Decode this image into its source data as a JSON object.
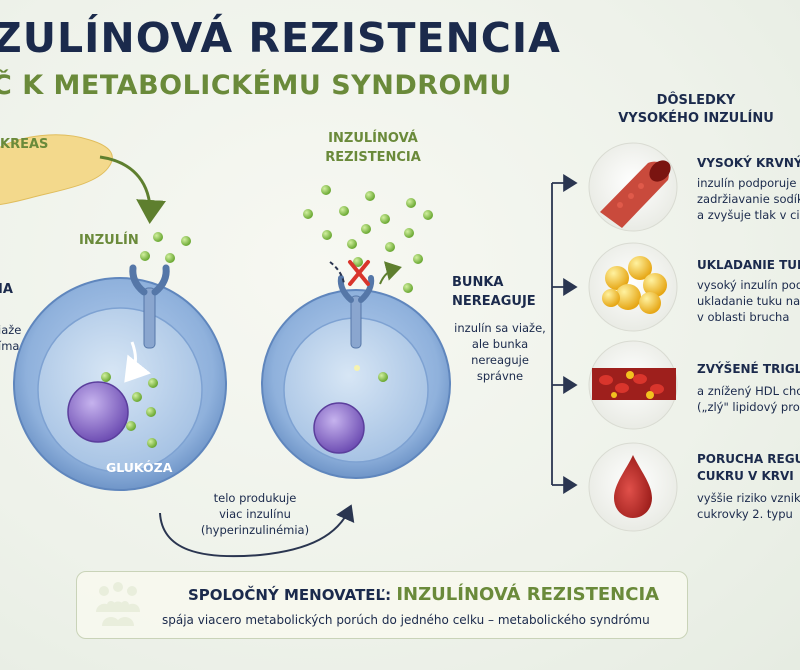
{
  "header": {
    "title": "ZULÍNOVÁ REZISTENCIA",
    "subtitle": "Č K METABOLICKÉMU SYNDROMU"
  },
  "left_panel": {
    "pancreas_label": "KREAS",
    "insulin_label": "INZULÍN",
    "cut_label": "IA",
    "cut_text_1": "iaže",
    "cut_text_2": "íma",
    "glucose_label": "GLUKÓZA"
  },
  "middle_panel": {
    "title_1": "INZULÍNOVÁ",
    "title_2": "REZISTENCIA",
    "cell_title_1": "BUNKA",
    "cell_title_2": "NEREAGUJE",
    "cell_text": [
      "inzulín sa viaže,",
      "ale bunka",
      "nereaguje",
      "správne"
    ],
    "feedback_text": [
      "telo produkuje",
      "viac inzulínu",
      "(hyperinzulinémia)"
    ]
  },
  "consequences": {
    "header_1": "DÔSLEDKY",
    "header_2": "VYSOKÉHO INZULÍNU",
    "items": [
      {
        "title": "VYSOKÝ KRVNÝ",
        "lines": [
          "inzulín podporuje",
          "zadržiavanie sodík",
          "a zvyšuje tlak v cie"
        ],
        "icon": "blood-vessel-icon"
      },
      {
        "title": "UKLADANIE TUKU",
        "lines": [
          "vysoký inzulín pod",
          "ukladanie tuku na",
          "v oblasti brucha"
        ],
        "icon": "fat-cells-icon"
      },
      {
        "title": "ZVÝŠENÉ TRIGLY",
        "lines": [
          "a znížený HDL cho",
          "(„zlý\" lipidový prof"
        ],
        "icon": "artery-lipids-icon"
      },
      {
        "title_1": "PORUCHA REGU",
        "title_2": "CUKRU V KRVI",
        "lines": [
          "vyššie riziko vznik",
          "cukrovky 2. typu"
        ],
        "icon": "blood-drop-icon"
      }
    ]
  },
  "banner": {
    "prefix": "SPOLOČNÝ MENOVATEĽ: ",
    "accent": "INZULÍNOVÁ REZISTENCIA",
    "sub": "spája viacero metabolických porúch do jedného celku – metabolického syndrómu",
    "icon": "people-group-icon"
  },
  "colors": {
    "navy": "#1b2a4c",
    "green": "#6a8a3a",
    "cell_blue": "#8fb1dc",
    "receptor_blue": "#8aa6cf",
    "nucleus_purple": "#8a6cc8",
    "insulin_green": "#8fc84a",
    "blood_red": "#b8302a",
    "fat_yellow": "#f2c21f"
  }
}
